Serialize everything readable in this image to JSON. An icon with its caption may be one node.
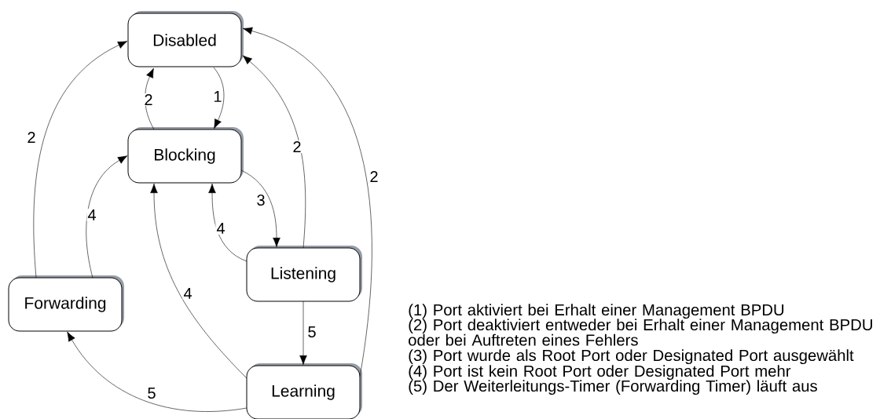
{
  "diagram": {
    "nodes": [
      {
        "text": [
          "Disabled"
        ]
      },
      {
        "text": [
          "Blocking"
        ]
      },
      {
        "text": [
          "Listening"
        ]
      },
      {
        "text": [
          "Forwarding"
        ]
      },
      {
        "text": [
          "Learning"
        ]
      }
    ],
    "edges": [
      {
        "from": 0,
        "to": 1,
        "arrow": "to",
        "label": "1"
      },
      {
        "from": 1,
        "to": 0,
        "arrow": "to",
        "label": "2"
      },
      {
        "from": 3,
        "to": 0,
        "arrow": "to",
        "label": "2"
      },
      {
        "from": 2,
        "to": 0,
        "arrow": "to",
        "label": "2"
      },
      {
        "from": 4,
        "to": 0,
        "arrow": "to",
        "label": "2"
      },
      {
        "from": 1,
        "to": 2,
        "arrow": "to",
        "label": "3"
      },
      {
        "from": 2,
        "to": 1,
        "arrow": "to",
        "label": "4"
      },
      {
        "from": 3,
        "to": 1,
        "arrow": "to",
        "label": "4"
      },
      {
        "from": 4,
        "to": 1,
        "arrow": "to",
        "label": "4"
      },
      {
        "from": 2,
        "to": 4,
        "arrow": "to",
        "label": "5"
      },
      {
        "from": 4,
        "to": 3,
        "arrow": "to",
        "label": "5"
      }
    ],
    "labels": [
      "(1) Port aktiviert bei Erhalt einer Management BPDU",
      "(2) Port deaktiviert entweder bei Erhalt einer Management BPDU oder bei Auftreten eines Fehlers",
      "(3) Port wurde als Root Port oder Designated Port ausgewählt",
      "(4) Port ist kein Root Port oder Designated Port mehr",
      "(5) Der Weiterleitungs-Timer (Forwarding Timer) läuft aus"
    ]
  }
}
